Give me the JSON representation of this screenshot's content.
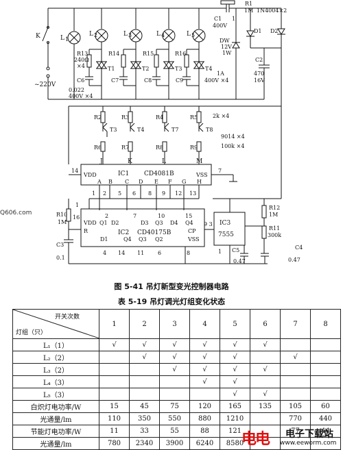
{
  "circuit": {
    "labels": {
      "K": "K",
      "L1": "L",
      "L1sub": "1",
      "L2": "L",
      "L2sub": "2",
      "L3": "L",
      "L3sub": "3",
      "L4": "L",
      "L4sub": "4",
      "L5": "L",
      "L5sub": "5",
      "mains": "~220V",
      "R13": "R13",
      "R13val": "240Ω",
      "R13mult": "×4",
      "R14": "R14",
      "R15": "R15",
      "R16": "R16",
      "C6": "C6",
      "C7": "C7",
      "C8": "C8",
      "C9": "C9",
      "Cval": "0.022",
      "Cval2": "400V ×4",
      "T1": "T1",
      "T2": "T2",
      "T3b": "T3",
      "T4b": "T4",
      "triac_rating": "1A",
      "triac_rating2": "400V ×4",
      "C1": "C1",
      "C1val": "400V",
      "C1cap": "1",
      "R1": "R1",
      "R1val": "1M",
      "D_part": "1N4004×2",
      "D1": "D1",
      "D2": "D2",
      "DW": "DW",
      "DWv": "12V",
      "DWw": "1W",
      "C2": "C2",
      "C2val": "470",
      "C2v": "16V",
      "R2": "R2",
      "R3": "R3",
      "R4": "R4",
      "R5": "R5",
      "R2val": "2k ×4",
      "T3": "T3",
      "T4": "T4",
      "T7": "T7",
      "T8": "T8",
      "Tpart": "9014 ×4",
      "R6": "R6",
      "R7": "R7",
      "R8": "R8",
      "R9": "R9",
      "R6val": "100k ×4",
      "J": "J",
      "Kp": "K",
      "Lp": "L",
      "Mp": "M",
      "IC1": "IC1",
      "CD4081B": "CD4081B",
      "VDD": "VDD",
      "VSS": "VSS",
      "pin14": "14",
      "pin7": "7",
      "A": "A",
      "B": "B",
      "Cp": "C",
      "Dp": "D",
      "Ep": "E",
      "Fp": "F",
      "Gp": "G",
      "Hp": "H",
      "n1": "1",
      "n2": "2",
      "n5": "5",
      "n6": "6",
      "n8": "8",
      "n9": "9",
      "n12": "12",
      "n13": "13",
      "R10": "R10",
      "R10val": "1M",
      "Rp": "R",
      "Q1": "Q1",
      "D2p": "D2",
      "D3": "D3",
      "Q3": "Q3",
      "D4": "D4",
      "Q4": "Q4",
      "IC2": "IC2",
      "CD40175B": "CD40175B",
      "D1p": "D1",
      "Q4b": "Q4",
      "Q3b": "Q3",
      "Q2b": "Q2",
      "CP": "CP",
      "VSS2": "VSS",
      "m4": "4",
      "m14": "14",
      "m11": "11",
      "m6": "6",
      "m8": "8",
      "m1": "1",
      "m16": "16",
      "m2": "2",
      "m7": "7",
      "m10": "10",
      "m15": "15",
      "p93": "9 3",
      "C3": "C3",
      "C3val": "0.1",
      "IC3": "IC3",
      "IC3part": "7555",
      "R12": "R12",
      "R12val": "1M",
      "R11": "R11",
      "R11val": "300k",
      "C5": "C5",
      "C5val": "0.47",
      "C4": "C4",
      "C4val": "0.47",
      "o1": "1"
    }
  },
  "figure_caption": "图 5-41   吊灯新型变光控制器电路",
  "table_caption": "表 5-19   吊灯调光灯组变化状态",
  "table": {
    "corner_top": "开关次数",
    "corner_bottom": "灯组（只）",
    "columns": [
      "1",
      "2",
      "3",
      "4",
      "5",
      "6",
      "7",
      "8"
    ],
    "rows": [
      {
        "label": "L₁（1）",
        "cells": [
          "√",
          "√",
          "√",
          "√",
          "√",
          "√",
          "",
          ""
        ]
      },
      {
        "label": "L₂（2）",
        "cells": [
          "",
          "√",
          "√",
          "√",
          "√",
          "",
          "√",
          ""
        ]
      },
      {
        "label": "L₃（2）",
        "cells": [
          "",
          "",
          "√",
          "√",
          "√",
          "√",
          "",
          ""
        ]
      },
      {
        "label": "L₄（3）",
        "cells": [
          "",
          "",
          "",
          "√",
          "√",
          "",
          "",
          ""
        ]
      },
      {
        "label": "L₅（3）",
        "cells": [
          "",
          "",
          "",
          "",
          "√",
          "√",
          "",
          ""
        ]
      },
      {
        "label": "白炽灯电功率/W",
        "cells": [
          "15",
          "45",
          "75",
          "120",
          "165",
          "135",
          "105",
          "60"
        ]
      },
      {
        "label": "光通量/lm",
        "cells": [
          "110",
          "350",
          "550",
          "880",
          "1210",
          "",
          "770",
          "440"
        ]
      },
      {
        "label": "节能灯电功率/W",
        "cells": [
          "11",
          "33",
          "55",
          "88",
          "121",
          "",
          "77",
          "44"
        ]
      },
      {
        "label": "光通量/lm",
        "cells": [
          "780",
          "2340",
          "3900",
          "6240",
          "8580",
          "",
          "",
          ""
        ]
      }
    ]
  },
  "watermarks": {
    "left": "Q606.com",
    "logo": "电电",
    "name": "电子下载站",
    "url": "www.eeworm.com"
  }
}
